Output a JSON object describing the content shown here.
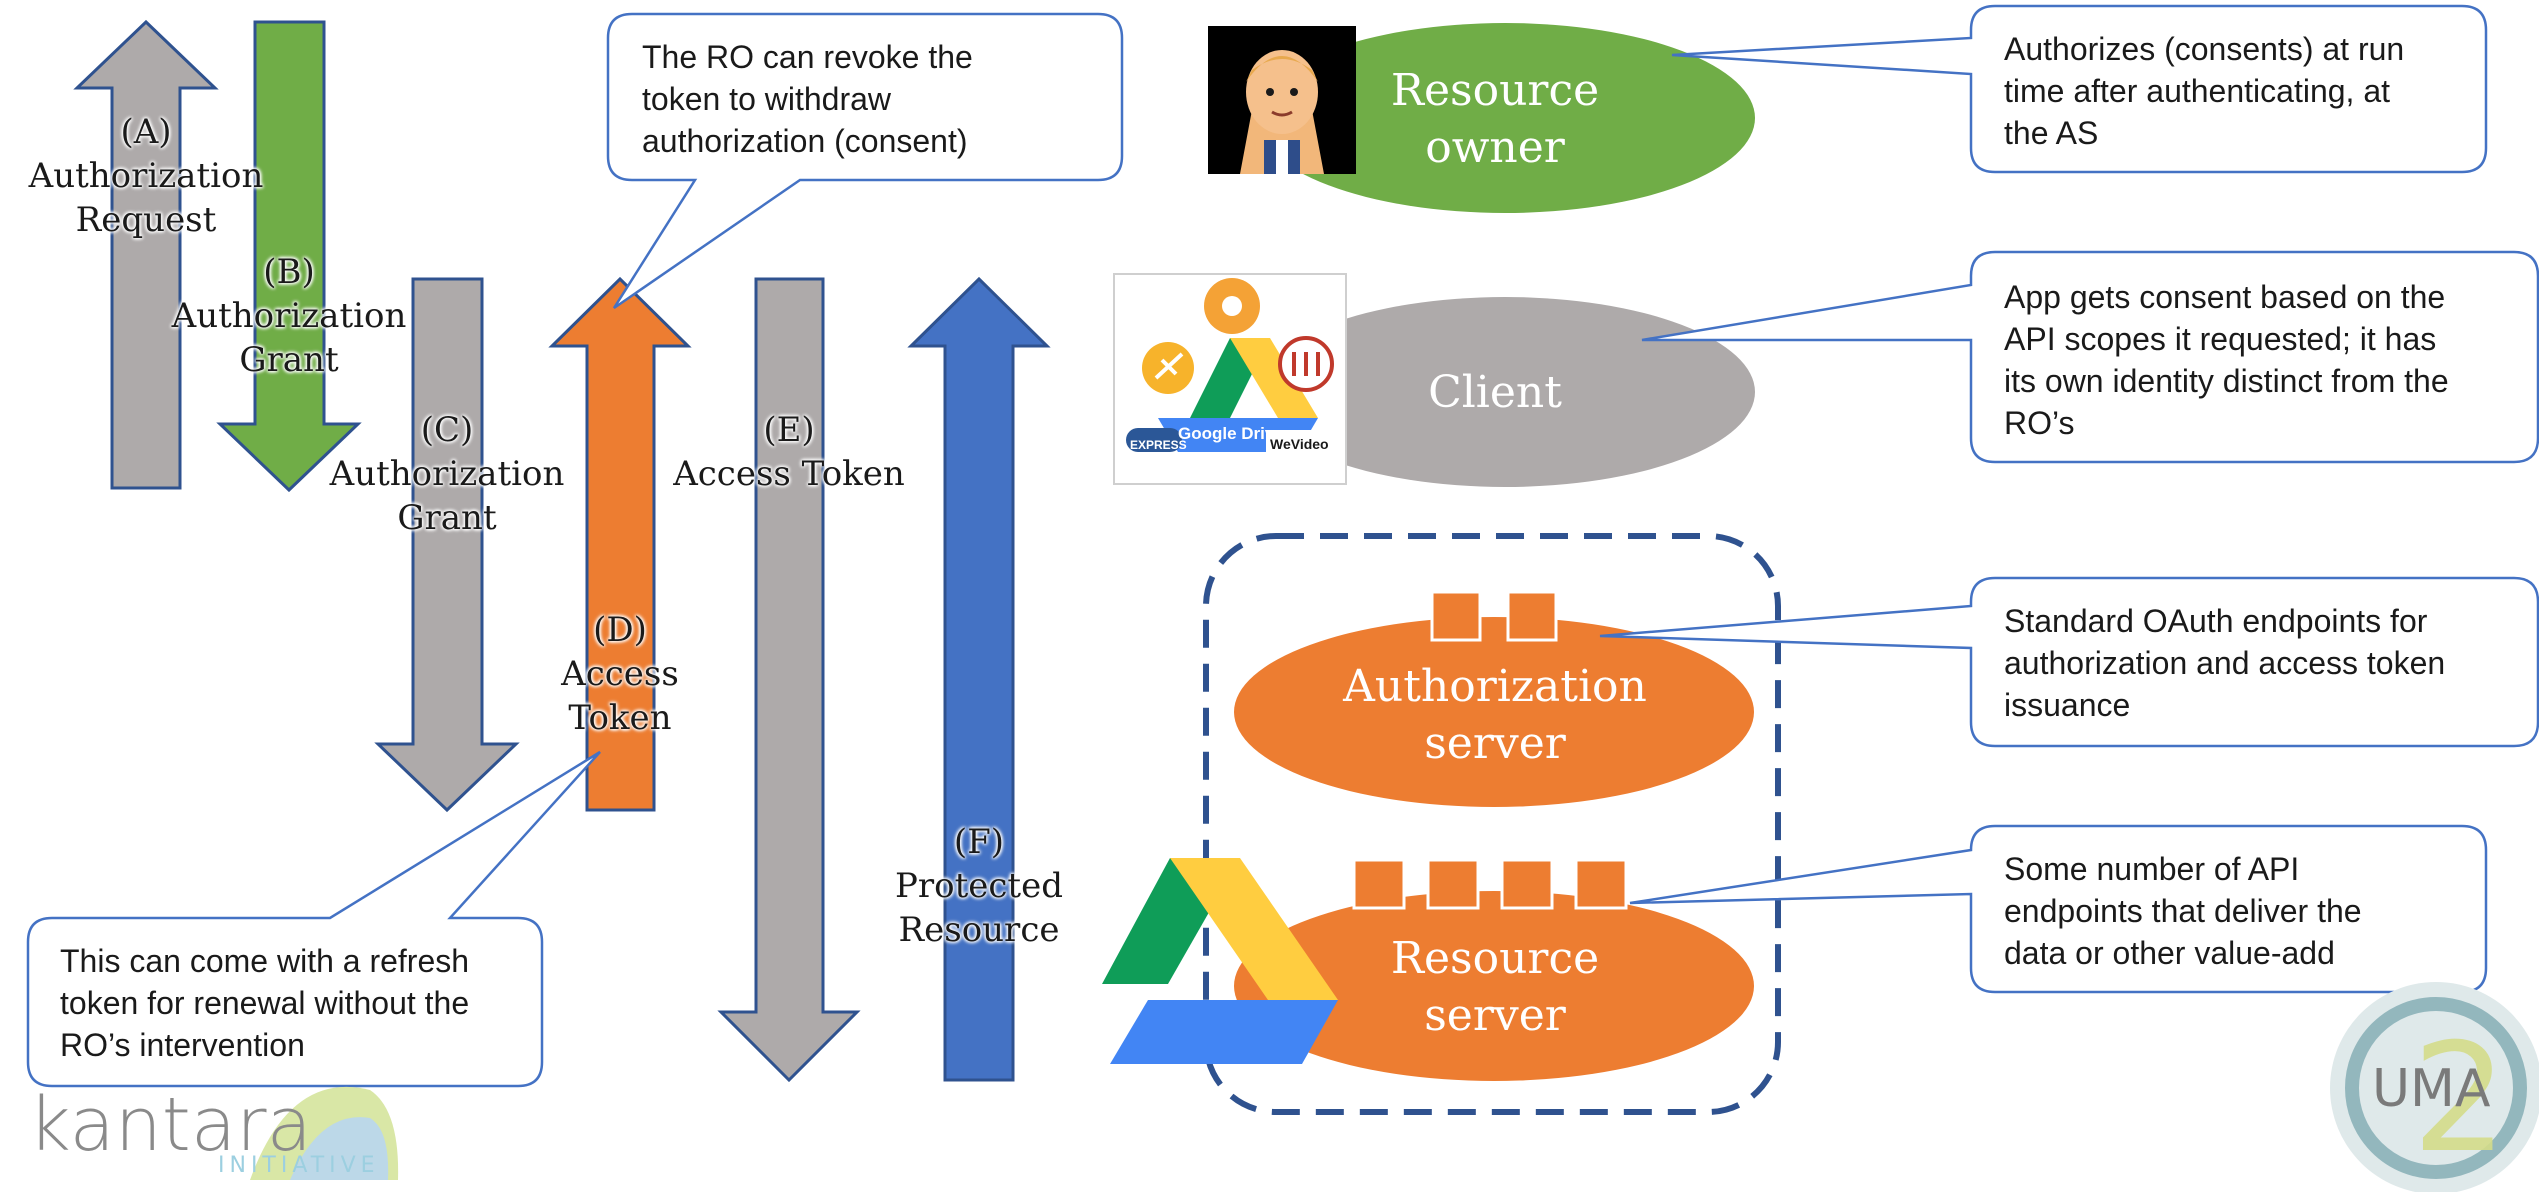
{
  "flows": [
    {
      "id": "A",
      "letter": "(A)",
      "lines": [
        "Authorization",
        "Request"
      ]
    },
    {
      "id": "B",
      "letter": "(B)",
      "lines": [
        "Authorization",
        "Grant"
      ]
    },
    {
      "id": "C",
      "letter": "(C)",
      "lines": [
        "Authorization",
        "Grant"
      ]
    },
    {
      "id": "D",
      "letter": "(D)",
      "lines": [
        "Access",
        "Token"
      ]
    },
    {
      "id": "E",
      "letter": "(E)",
      "lines": [
        "Access Token"
      ]
    },
    {
      "id": "F",
      "letter": "(F)",
      "lines": [
        "Protected",
        "Resource"
      ]
    }
  ],
  "entities": {
    "resource_owner": {
      "lines": [
        "Resource",
        "owner"
      ]
    },
    "client": {
      "lines": [
        "Client"
      ]
    },
    "authorization_server": {
      "lines": [
        "Authorization",
        "server"
      ]
    },
    "resource_server": {
      "lines": [
        "Resource",
        "server"
      ]
    }
  },
  "callouts": {
    "revoke": "The RO can revoke the\ntoken to withdraw\nauthorization (consent)",
    "refresh": "This can come with a refresh\ntoken for renewal without the\nRO’s intervention",
    "owner": "Authorizes (consents) at run\ntime after authenticating, at\nthe AS",
    "client": "App gets consent based on the\nAPI scopes it requested; it has\nits own identity distinct from the\nRO’s",
    "as": "Standard OAuth endpoints for\nauthorization and access token\nissuance",
    "rs": "Some number of API\nendpoints that deliver the\ndata or other value-add"
  },
  "client_logo": {
    "caption": "Google Drive",
    "badge_left": "EXPRESS",
    "badge_right": "WeVideo"
  },
  "logos": {
    "kantara": "kantara",
    "kantara_sub": "INITIATIVE",
    "uma": "UMA",
    "uma_version": "2"
  },
  "colors": {
    "gray": "#aeaaaa",
    "green": "#70ad47",
    "orange": "#ed7d31",
    "blue": "#4472c4",
    "arrow_stroke": "#2f528f",
    "callout_stroke": "#4472c4",
    "dashed": "#2f528f"
  },
  "icons": [
    "alice-portrait-icon",
    "google-drive-icon",
    "uma2-logo-icon"
  ]
}
